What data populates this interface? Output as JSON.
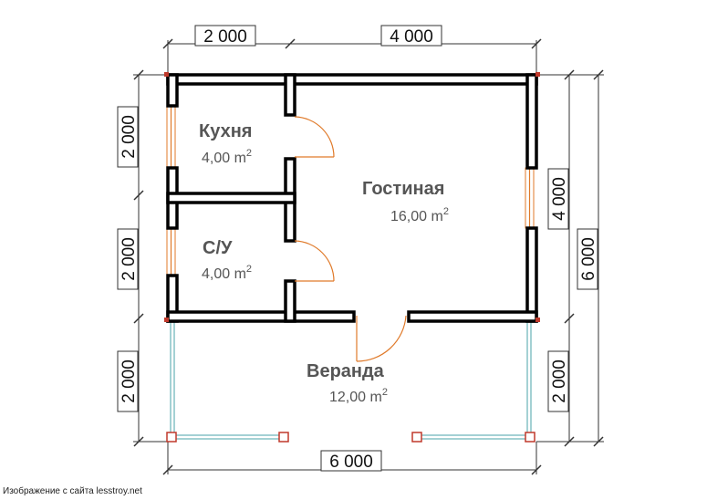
{
  "rooms": {
    "kitchen": {
      "name": "Кухня",
      "area": "4,00 m",
      "area_sup": "2"
    },
    "bathroom": {
      "name": "С/У",
      "area": "4,00 m",
      "area_sup": "2"
    },
    "living": {
      "name": "Гостиная",
      "area": "16,00 m",
      "area_sup": "2"
    },
    "veranda": {
      "name": "Веранда",
      "area": "12,00 m",
      "area_sup": "2"
    }
  },
  "dimensions": {
    "top_left": "2 000",
    "top_right": "4 000",
    "bottom": "6 000",
    "left_top": "2 000",
    "left_middle": "2 000",
    "left_bottom": "2 000",
    "right_inner_top": "4 000",
    "right_inner_bottom": "2 000",
    "right_outer": "6 000"
  },
  "credit": "Изображение с сайта lesstroy.net",
  "colors": {
    "wall": "#000000",
    "door": "#e07a2a",
    "veranda_rail": "#4aa3a8",
    "post": "#c0392b",
    "text": "#555555"
  }
}
